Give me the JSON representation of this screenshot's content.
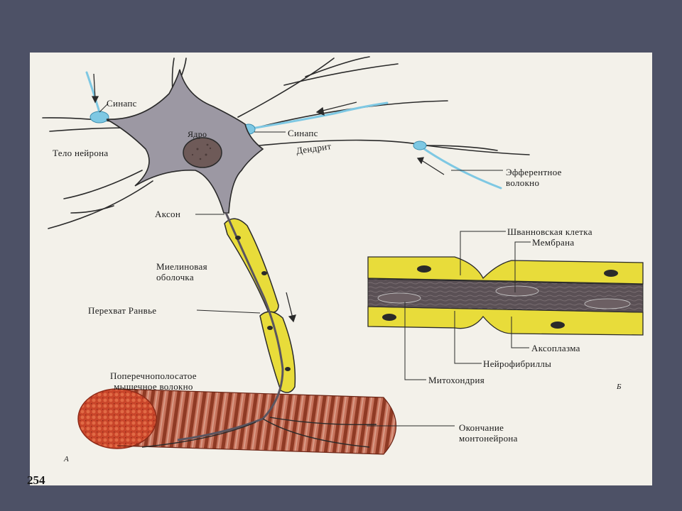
{
  "labels": {
    "synapse_top": "Синапс",
    "nucleus": "Ядро",
    "synapse_right": "Синапс",
    "neuron_body": "Тело нейрона",
    "dendrite": "Дендрит",
    "efferent_fiber": "Эфферентное\nволокно",
    "axon": "Аксон",
    "myelin_sheath": "Миелиновая\nоболочка",
    "node_of_ranvier": "Перехват Ранвье",
    "striated_muscle": "Поперечнополосатое\nмышечное волокно",
    "motor_neuron_ending": "Окончание\nмонтонейрона",
    "schwann_cell": "Шванновская клетка",
    "membrane": "Мембрана",
    "axoplasm": "Аксоплазма",
    "neurofibrils": "Нейрофибриллы",
    "mitochondria": "Митохондрия",
    "panel_a": "А",
    "panel_b": "Б"
  },
  "page_number": "254",
  "colors": {
    "background": "#4d5166",
    "page": "#f3f1ea",
    "neuron_body": "#9c98a3",
    "nucleus": "#6e5a58",
    "myelin": "#e8dc3a",
    "axoplasm": "#5e5459",
    "synapse_fiber": "#7ec8e3",
    "muscle": "#b5492c"
  }
}
